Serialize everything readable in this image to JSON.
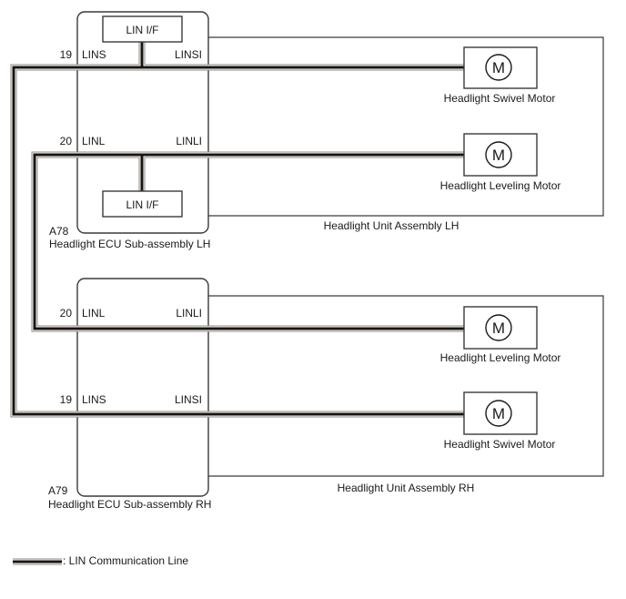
{
  "diagram": {
    "ecu_lh": {
      "connector": "A78",
      "name": "Headlight ECU Sub-assembly LH",
      "interface_top": "LIN I/F",
      "interface_bottom": "LIN I/F",
      "pins": [
        {
          "number": "19",
          "left_label": "LINS",
          "right_label": "LINSI"
        },
        {
          "number": "20",
          "left_label": "LINL",
          "right_label": "LINLI"
        }
      ]
    },
    "unit_lh": {
      "name": "Headlight Unit Assembly LH",
      "motors": [
        {
          "symbol": "M",
          "label": "Headlight Swivel Motor"
        },
        {
          "symbol": "M",
          "label": "Headlight Leveling Motor"
        }
      ]
    },
    "ecu_rh": {
      "connector": "A79",
      "name": "Headlight ECU Sub-assembly RH",
      "pins": [
        {
          "number": "20",
          "left_label": "LINL",
          "right_label": "LINLI"
        },
        {
          "number": "19",
          "left_label": "LINS",
          "right_label": "LINSI"
        }
      ]
    },
    "unit_rh": {
      "name": "Headlight Unit Assembly RH",
      "motors": [
        {
          "symbol": "M",
          "label": "Headlight Leveling Motor"
        },
        {
          "symbol": "M",
          "label": "Headlight Swivel Motor"
        }
      ]
    },
    "legend": {
      "label": ": LIN Communication Line"
    }
  }
}
